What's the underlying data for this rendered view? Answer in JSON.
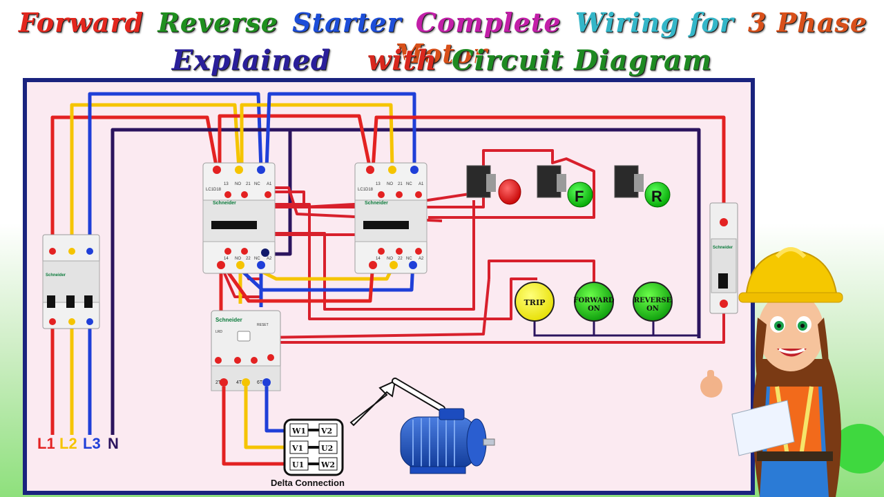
{
  "title": {
    "line1": [
      {
        "text": "Forward",
        "color": "#e2271e"
      },
      {
        "text": "Reverse",
        "color": "#1f8f1f"
      },
      {
        "text": "Starter",
        "color": "#1d4ed8"
      },
      {
        "text": "Complete",
        "color": "#c21fa8"
      },
      {
        "text": "Wiring for",
        "color": "#34b6c8"
      },
      {
        "text": "3 Phase Motor",
        "color": "#d8501a"
      }
    ],
    "line2": [
      {
        "text": "Explained",
        "color": "#2a1f9a"
      },
      {
        "text": "with",
        "color": "#d8281e"
      },
      {
        "text": "Circuit Diagram",
        "color": "#1e8a22"
      }
    ]
  },
  "supply": {
    "l1": "L1",
    "l2": "L2",
    "l3": "L3",
    "n": "N"
  },
  "colors": {
    "l1": "#e32222",
    "l2": "#f5c400",
    "l3": "#1f3fd8",
    "n": "#2b145e",
    "board_bg": "#fbeaf1",
    "board_border": "#1a237e"
  },
  "contactor_forward": {
    "model": "LC1D18",
    "brand": "Schneider",
    "top_terminals": [
      "13",
      "NO",
      "21",
      "NC",
      "A1"
    ],
    "bottom_terminals": [
      "14",
      "NO",
      "22",
      "NC",
      "A2"
    ]
  },
  "contactor_reverse": {
    "model": "LC1D18",
    "brand": "Schneider",
    "top_terminals": [
      "13",
      "NO",
      "21",
      "NC",
      "A1"
    ],
    "bottom_terminals": [
      "14",
      "NO",
      "22",
      "NC",
      "A2"
    ]
  },
  "overload": {
    "brand": "Schneider",
    "model": "LRD",
    "reset": "RESET",
    "bottom_terminals": [
      "2T1",
      "4T2",
      "6T3"
    ]
  },
  "buttons": {
    "forward": "F",
    "reverse": "R"
  },
  "lamps": {
    "trip": "TRIP",
    "forward_on": [
      "FORWARD",
      "ON"
    ],
    "reverse_on": [
      "REVERSE",
      "ON"
    ]
  },
  "terminal_box": {
    "row1": [
      "W1",
      "V2"
    ],
    "row2": [
      "V1",
      "U2"
    ],
    "row3": [
      "U1",
      "W2"
    ]
  },
  "delta_label": "Delta Connection",
  "mcb_brand": "Schneider"
}
